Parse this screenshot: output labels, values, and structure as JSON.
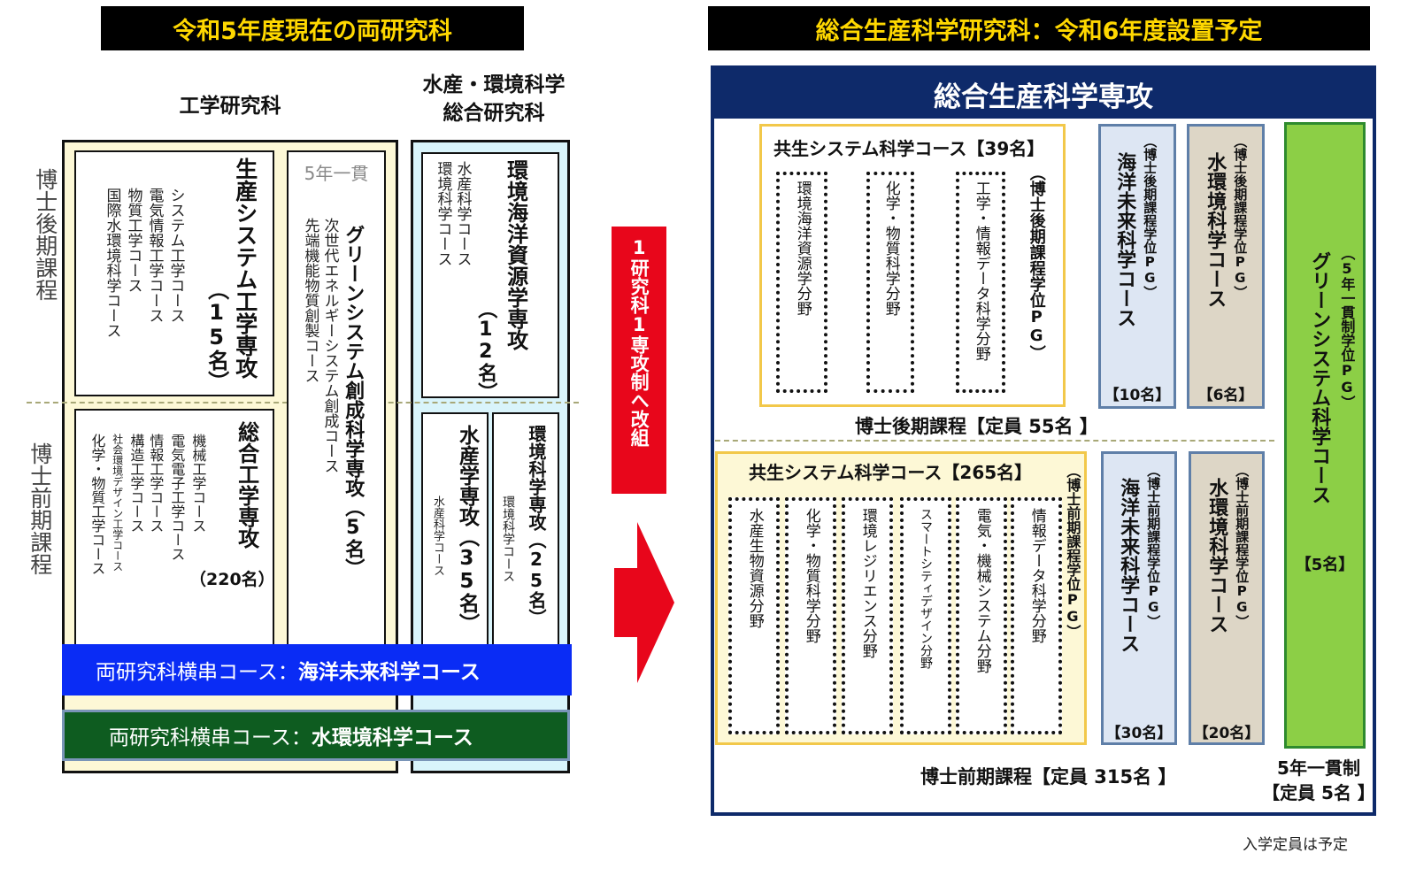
{
  "left": {
    "banner": "令和5年度現在の両研究科",
    "eng_title": "工学研究科",
    "sui_title_1": "水産・環境科学",
    "sui_title_2": "総合研究科",
    "doctor_later_label": "博士後期課程",
    "doctor_early_label": "博士前期課程",
    "seisan": {
      "name": "生産システム工学専攻",
      "count": "（15名）",
      "courses": [
        "システム工学コース",
        "電気情報工学コース",
        "物質工学コース",
        "国際水環境科学コース"
      ]
    },
    "gonen_tag": "5年一貫",
    "green": {
      "name": "グリーンシステム創成科学専攻（5名）",
      "courses": [
        "次世代エネルギーシステム創成コース",
        "先端機能物質創製コース"
      ]
    },
    "sogo": {
      "name": "総合工学専攻",
      "count": "（220名）",
      "courses": [
        "機械工学コース",
        "電気電子工学コース",
        "情報工学コース",
        "構造工学コース",
        "社会環境デザイン工学コース",
        "化学・物質工学コース"
      ]
    },
    "kankyo_kaiyo": {
      "name": "環境海洋資源学専攻",
      "count": "（12名）",
      "courses": [
        "水産科学コース",
        "環境科学コース"
      ]
    },
    "suisan": {
      "name": "水産学専攻（35名）",
      "course": "水産科学コース"
    },
    "kankyo": {
      "name": "環境科学専攻（25名）",
      "course": "環境科学コース"
    },
    "cross_blue": {
      "prefix": "両研究科横串コース：",
      "name": "海洋未来科学コース"
    },
    "cross_green": {
      "prefix": "両研究科横串コース：",
      "name": "水環境科学コース"
    }
  },
  "arrow_label": "1研究科1専攻制へ改組",
  "right": {
    "banner": "総合生産科学研究科：令和6年度設置予定",
    "major_title": "総合生産科学専攻",
    "later": {
      "kyosei_title": "共生システム科学コース【39名】",
      "kyosei_pg": "（博士後期課程学位PG）",
      "fields": [
        "環境海洋資源学分野",
        "化学・物質科学分野",
        "工学・情報データ科学分野"
      ],
      "kaiyo": {
        "pg": "（博士後期課程学位PG）",
        "name": "海洋未来科学コース",
        "count": "【10名】"
      },
      "mizu": {
        "pg": "（博士後期課程学位PG）",
        "name": "水環境科学コース",
        "count": "【6名】"
      },
      "capacity": "博士後期課程【定員 55名 】"
    },
    "early": {
      "kyosei_title": "共生システム科学コース【265名】",
      "kyosei_pg": "（博士前期課程学位PG）",
      "fields": [
        "水産生物資源分野",
        "化学・物質科学分野",
        "環境レジリエンス分野",
        "スマートシティデザイン分野",
        "電気・機械システム分野",
        "情報データ科学分野"
      ],
      "kaiyo": {
        "pg": "（博士前期課程学位PG）",
        "name": "海洋未来科学コース",
        "count": "【30名】"
      },
      "mizu": {
        "pg": "（博士前期課程学位PG）",
        "name": "水環境科学コース",
        "count": "【20名】"
      },
      "capacity": "博士前期課程【定員 315名 】"
    },
    "green": {
      "pg": "（5年一貫制学位PG）",
      "name": "グリーンシステム科学コース",
      "count": "【5名】"
    },
    "gonen_label": "5年一貫制",
    "gonen_capacity": "【定員 5名 】"
  },
  "footnote": "入学定員は予定",
  "colors": {
    "banner_bg": "#000000",
    "banner_text": "#ffd800",
    "cream": "#fdf8d6",
    "light_blue": "#d9f4fb",
    "navy": "#0e2a6a",
    "blue_bar": "#0a2cf5",
    "green_bar": "#0e5c20",
    "green_course": "#8ccf46",
    "pg_blue": "#dde6f3",
    "pg_tan": "#ddd6c6",
    "arrow_red": "#e8061b"
  }
}
